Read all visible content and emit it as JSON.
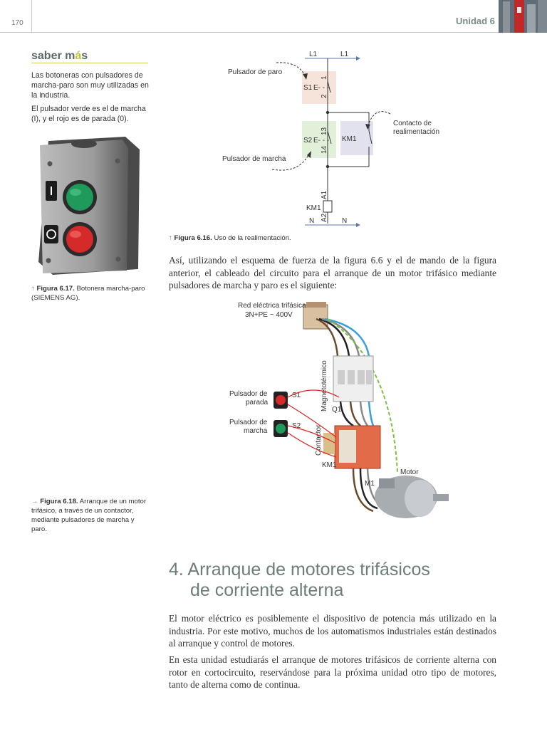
{
  "header": {
    "page_number": "170",
    "unit_label": "Unidad 6"
  },
  "sidebar": {
    "title_prefix": "saber m",
    "title_accent": "á",
    "title_suffix": "s",
    "para1": "Las botoneras con pulsadores de marcha-paro son muy utilizadas en la industria.",
    "para2": "El pulsador verde es el de marcha (I), y el rojo es de parada (0).",
    "fig17_label": "Figura 6.17.",
    "fig17_text": "Botonera marcha-paro (SIEMENS AG).",
    "fig18_label": "Figura 6.18.",
    "fig18_text": "Arranque de un motor trifásico, a través de un contactor, mediante pulsadores de marcha y paro."
  },
  "figure16": {
    "label": "Figura 6.16.",
    "caption": "Uso de la realimentación.",
    "pulsador_paro": "Pulsador de paro",
    "pulsador_marcha": "Pulsador de marcha",
    "contacto": "Contacto de",
    "realimentacion": "realimentación",
    "L1": "L1",
    "N": "N",
    "S1": "S1",
    "S2": "S2",
    "KM1": "KM1",
    "n1": "1",
    "n2": "2",
    "n13": "13",
    "n14": "14",
    "A1": "A1",
    "A2": "A2"
  },
  "figure18": {
    "red_line1": "Red eléctrica trifásica",
    "red_line2": "3N+PE  ~  400V",
    "magneto": "Magnetotérmico",
    "Q1": "Q1",
    "paro_label1": "Pulsador de",
    "paro_label2": "parada",
    "marcha_label1": "Pulsador de",
    "marcha_label2": "marcha",
    "S1": "S1",
    "S2": "S2",
    "contactor": "Contactor",
    "KM1": "KM1",
    "motor": "Motor",
    "M1": "M1"
  },
  "main": {
    "intro": "Así, utilizando el esquema de fuerza de la figura 6.6 y el de mando de la figura anterior, el cableado del circuito para el arranque de un motor trifásico mediante pulsadores de marcha y paro es el siguiente:",
    "heading_line1": "4. Arranque de motores trifásicos",
    "heading_line2": "de corriente alterna",
    "para1": "El motor eléctrico es posiblemente el dispositivo de potencia más utilizado en la industria. Por este motivo, muchos de los automatismos industriales están destinados al arranque y control de motores.",
    "para2": "En esta unidad estudiarás el arranque de motores trifásicos de corriente alterna con rotor en cortocircuito, reservándose para la próxima unidad otro tipo de motores, tanto de alterna como de continua."
  },
  "colors": {
    "heading": "#6c7d7c",
    "accent_line": "#c9d36a",
    "figure_arrow": "#5a7ab0"
  }
}
